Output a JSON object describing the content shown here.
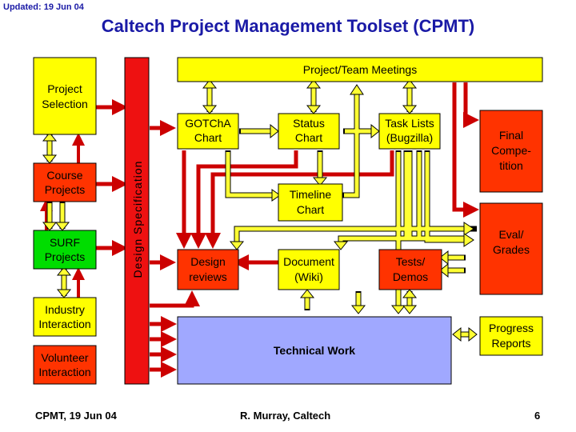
{
  "header": {
    "updated": "Updated: 19 Jun 04",
    "title": "Caltech Project Management Toolset (CPMT)"
  },
  "colors": {
    "yellow": "#ffff00",
    "red": "#ff3300",
    "design_red": "#ee1111",
    "green": "#00dd00",
    "lavender": "#a0a8ff",
    "arrow_red": "#ee1111",
    "arrow_yellow": "#ffff33"
  },
  "boxes": {
    "project_selection": [
      "Project",
      "Selection"
    ],
    "course_projects": [
      "Course",
      "Projects"
    ],
    "surf_projects": [
      "SURF",
      "Projects"
    ],
    "industry_interaction": [
      "Industry",
      "Interaction"
    ],
    "volunteer_interaction": [
      "Volunteer",
      "Interaction"
    ],
    "design_specification": "Design Specification",
    "project_team_meetings": "Project/Team Meetings",
    "gotcha_chart": [
      "GOTChA",
      "Chart"
    ],
    "status_chart": [
      "Status",
      "Chart"
    ],
    "task_lists": [
      "Task Lists",
      "(Bugzilla)"
    ],
    "timeline_chart": [
      "Timeline",
      "Chart"
    ],
    "design_reviews": [
      "Design",
      "reviews"
    ],
    "document_wiki": [
      "Document",
      "(Wiki)"
    ],
    "tests_demos": [
      "Tests/",
      "Demos"
    ],
    "final_competition": [
      "Final",
      "Compe-",
      "tition"
    ],
    "eval_grades": [
      "Eval/",
      "Grades"
    ],
    "technical_work": "Technical Work",
    "progress_reports": [
      "Progress",
      "Reports"
    ]
  },
  "footer": {
    "left": "CPMT, 19 Jun 04",
    "center": "R. Murray, Caltech",
    "right": "6"
  }
}
